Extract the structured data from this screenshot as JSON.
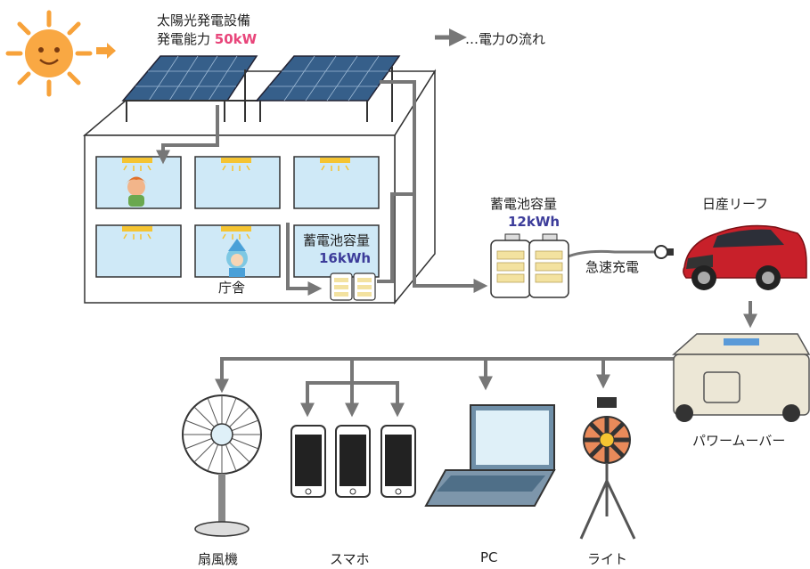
{
  "solar": {
    "line1": "太陽光発電設備",
    "line2_prefix": "発電能力",
    "capacity": "50kW",
    "capacity_color": "#e8457a"
  },
  "legend": {
    "text": "…電力の流れ"
  },
  "building": {
    "label": "庁舎",
    "battery_title": "蓄電池容量",
    "battery_capacity": "16kWh"
  },
  "station_battery": {
    "title": "蓄電池容量",
    "capacity": "12kWh",
    "capacity_color": "#3c3c9a"
  },
  "charging": {
    "label": "急速充電"
  },
  "car": {
    "label": "日産リーフ",
    "color": "#c8202a"
  },
  "power_mover": {
    "label": "パワームーバー"
  },
  "devices": [
    {
      "label": "扇風機"
    },
    {
      "label": "スマホ"
    },
    {
      "label": "PC"
    },
    {
      "label": "ライト"
    }
  ],
  "colors": {
    "flow": "#777777",
    "window": "#cfe9f7",
    "sun": "#f7a23a"
  }
}
